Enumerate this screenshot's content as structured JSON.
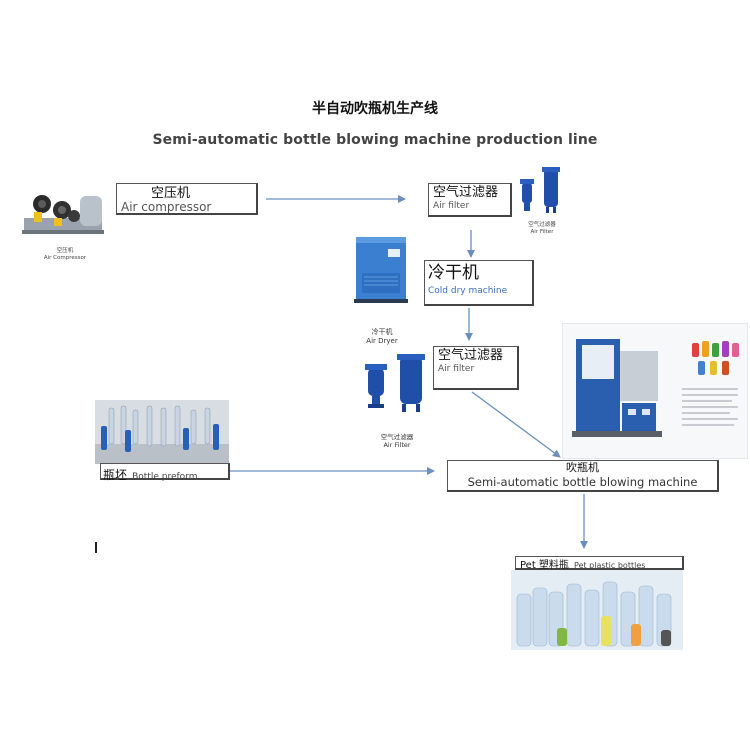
{
  "title": {
    "chinese": "半自动吹瓶机生产线",
    "english": "Semi-automatic bottle blowing machine production line"
  },
  "nodes": {
    "air_compressor": {
      "cn": "空压机",
      "en": "Air compressor",
      "caption_cn": "空压机",
      "caption_en": "Air Compressor"
    },
    "air_filter_1": {
      "cn": "空气过滤器",
      "en": "Air filter",
      "caption_cn": "空气过滤器",
      "caption_en": "Air Filter"
    },
    "cold_dryer": {
      "cn": "冷干机",
      "en": "Cold dry machine",
      "caption_cn": "冷干机",
      "caption_en": "Air Dryer"
    },
    "air_filter_2": {
      "cn": "空气过滤器",
      "en": "Air filter",
      "caption_cn": "空气过滤器",
      "caption_en": "Air Filter"
    },
    "bottle_preform": {
      "cn": "瓶坯",
      "en": "Bottle preform"
    },
    "blowing_machine": {
      "cn": "吹瓶机",
      "en": "Semi-automatic bottle blowing machine"
    },
    "pet_bottles": {
      "cn": "Pet 塑料瓶",
      "en": "Pet plastic bottles"
    }
  },
  "colors": {
    "arrow": "#6a8fbf",
    "filter_blue": "#1f4fa8",
    "dryer_blue": "#3a7fd0",
    "machine_blue": "#2a5fb0"
  },
  "icons": {
    "compressor": "air-compressor-icon",
    "filter": "air-filter-icon",
    "dryer": "air-dryer-icon",
    "machine": "blowing-machine-icon",
    "preform": "preform-icon",
    "bottles": "bottles-icon"
  }
}
